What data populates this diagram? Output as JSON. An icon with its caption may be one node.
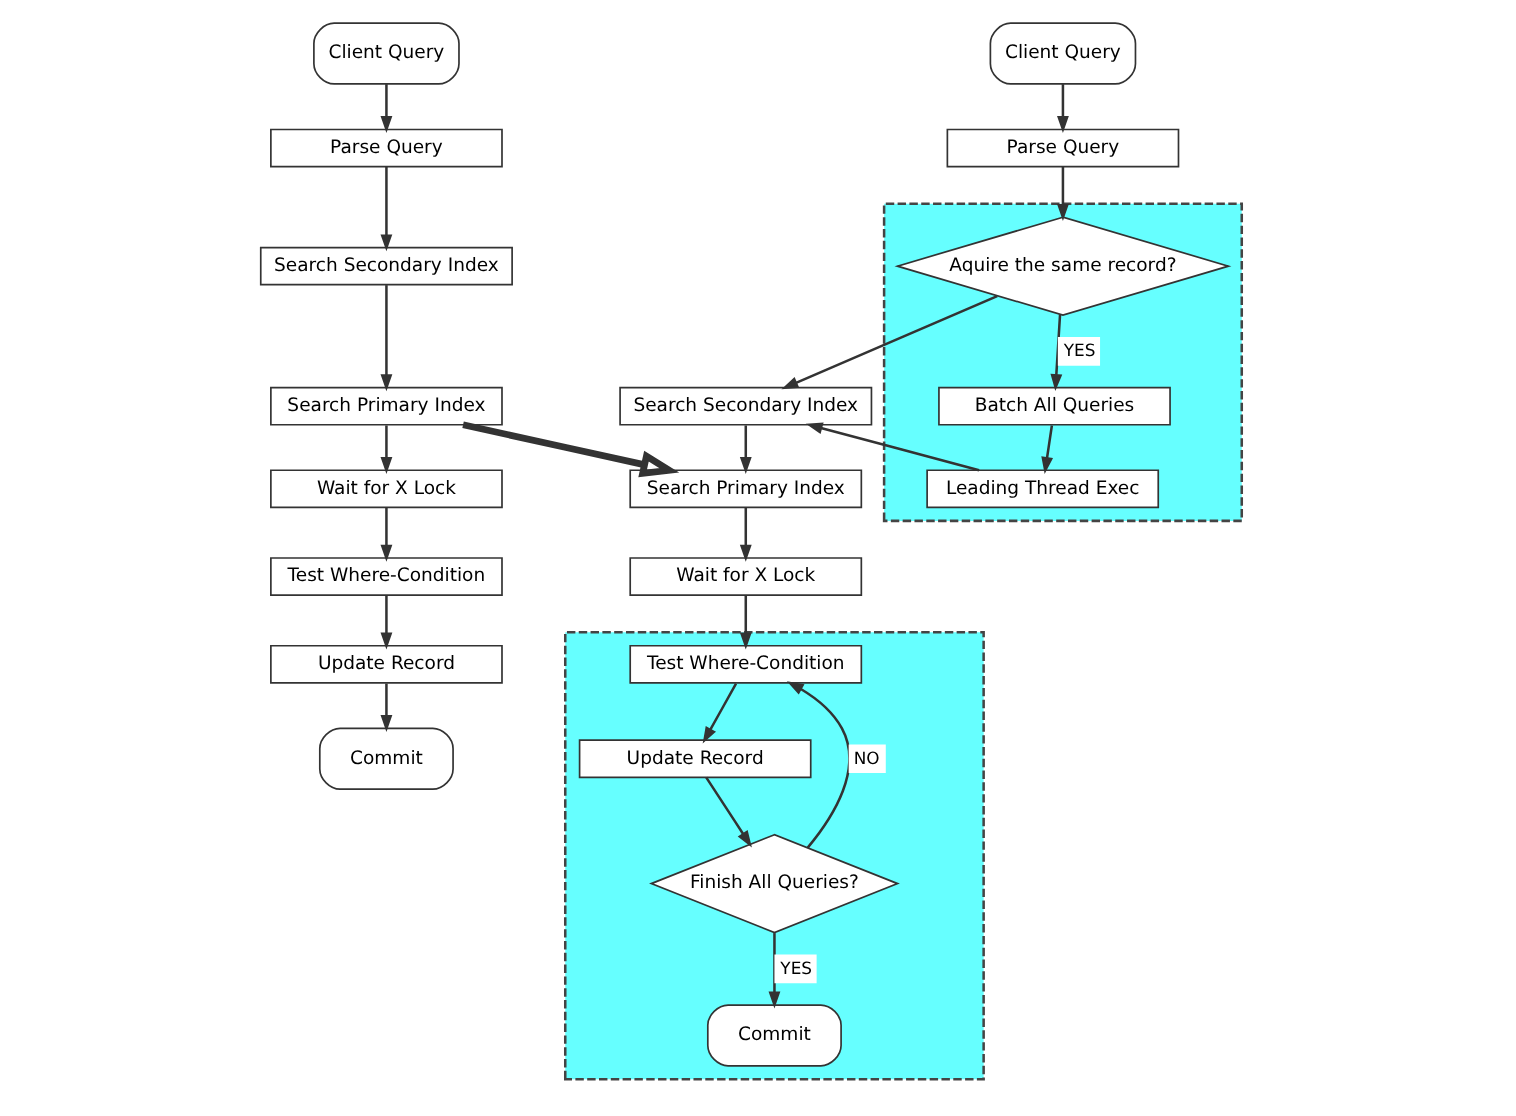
{
  "diagram": {
    "nodes": [
      {
        "text": [
          "Client Query"
        ]
      },
      {
        "text": [
          "Parse Query"
        ]
      },
      {
        "text": [
          "Search Secondary Index"
        ]
      },
      {
        "text": [
          "Search Primary Index"
        ]
      },
      {
        "text": [
          "Wait for X Lock"
        ]
      },
      {
        "text": [
          "Test Where-Condition"
        ]
      },
      {
        "text": [
          "Update Record"
        ]
      },
      {
        "text": [
          "Commit"
        ]
      },
      {
        "text": [
          "Client Query"
        ]
      },
      {
        "text": [
          "Parse Query"
        ]
      },
      {
        "text": [],
        "shape": "box"
      },
      {
        "text": [
          "Aquire the same record?"
        ],
        "in": 10
      },
      {
        "text": [
          "Batch All Queries"
        ],
        "in": 10
      },
      {
        "text": [
          "Leading Thread Exec"
        ],
        "in": 10
      },
      {
        "text": [
          "Search Secondary Index"
        ]
      },
      {
        "text": [
          "Search Primary Index"
        ]
      },
      {
        "text": [
          "Wait for X Lock"
        ]
      },
      {
        "text": [],
        "shape": "box"
      },
      {
        "text": [
          "Test Where-Condition"
        ],
        "in": 17
      },
      {
        "text": [
          "Update Record"
        ],
        "in": 17
      },
      {
        "text": [
          "Finish All Queries?"
        ],
        "in": 17
      },
      {
        "text": [
          "Commit"
        ],
        "in": 17
      }
    ],
    "edges": [
      {
        "from": 0,
        "to": 1,
        "arrow": "to"
      },
      {
        "from": 1,
        "to": 2,
        "arrow": "to"
      },
      {
        "from": 2,
        "to": 3,
        "arrow": "to"
      },
      {
        "from": 3,
        "to": 4,
        "arrow": "to"
      },
      {
        "from": 4,
        "to": 5,
        "arrow": "to"
      },
      {
        "from": 5,
        "to": 6,
        "arrow": "to"
      },
      {
        "from": 6,
        "to": 7,
        "arrow": "to"
      },
      {
        "from": 3,
        "to": 15,
        "arrow": "to",
        "style": "thick"
      },
      {
        "from": 8,
        "to": 9,
        "arrow": "to"
      },
      {
        "from": 9,
        "to": 11,
        "arrow": "to"
      },
      {
        "from": 11,
        "to": 12,
        "arrow": "to",
        "label": "YES"
      },
      {
        "from": 12,
        "to": 13,
        "arrow": "to"
      },
      {
        "from": 11,
        "to": 14,
        "arrow": "to"
      },
      {
        "from": 13,
        "to": 14,
        "arrow": "to"
      },
      {
        "from": 14,
        "to": 15,
        "arrow": "to"
      },
      {
        "from": 15,
        "to": 16,
        "arrow": "to"
      },
      {
        "from": 16,
        "to": 18,
        "arrow": "to"
      },
      {
        "from": 18,
        "to": 19,
        "arrow": "to"
      },
      {
        "from": 19,
        "to": 20,
        "arrow": "to"
      },
      {
        "from": 20,
        "to": 21,
        "arrow": "to",
        "label": "YES"
      },
      {
        "from": 20,
        "to": 18,
        "arrow": "to",
        "label": "NO"
      }
    ]
  }
}
